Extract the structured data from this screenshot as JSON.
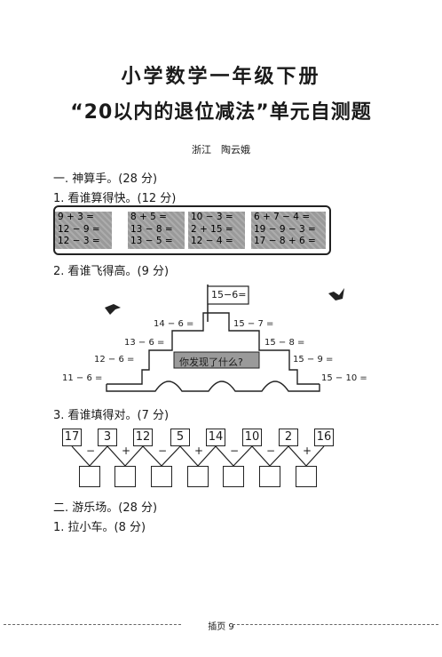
{
  "title_line1": "小学数学一年级下册",
  "title_line2": "“20以内的退位减法”单元自测题",
  "author": "浙江　陶云娥",
  "section1": {
    "heading": "一. 神算手。(28 分)",
    "q1": {
      "heading": "1. 看谁算得快。(12 分)",
      "groups": [
        [
          "9 + 3 =",
          "12 − 9 =",
          "12 − 3 ="
        ],
        [
          "8 + 5 =",
          "13 − 8 =",
          "13 − 5 ="
        ],
        [
          "10 − 3 =",
          "2 + 15 =",
          "12 − 4 ="
        ],
        [
          "6 + 7 − 4 =",
          "19 − 9 − 3 =",
          "17 − 8 + 6 ="
        ]
      ]
    },
    "q2": {
      "heading": "2. 看谁飞得高。(9 分)",
      "flag": "15−6=",
      "left_steps": [
        "14 − 6 =",
        "13 − 6 =",
        "12 − 6 =",
        "11 − 6 ="
      ],
      "right_steps": [
        "15 − 7 =",
        "15 − 8 =",
        "15 − 9 =",
        "15 − 10 ="
      ],
      "center_text": "你发现了什么?"
    },
    "q3": {
      "heading": "3. 看谁填得对。(7 分)",
      "numbers": [
        "17",
        "3",
        "12",
        "5",
        "14",
        "10",
        "2",
        "16"
      ],
      "operators": [
        "−",
        "+",
        "−",
        "+",
        "−",
        "−",
        "+"
      ]
    }
  },
  "section2": {
    "heading": "二. 游乐场。(28 分)",
    "q1": {
      "heading": "1. 拉小车。(8 分)"
    }
  },
  "footer": "插页 9"
}
